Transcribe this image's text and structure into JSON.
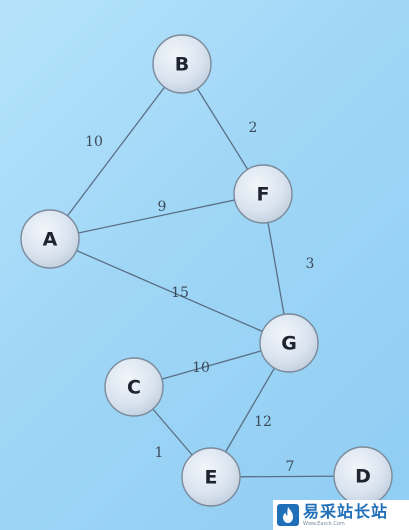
{
  "graph": {
    "nodes": [
      {
        "id": "B",
        "label": "B"
      },
      {
        "id": "F",
        "label": "F"
      },
      {
        "id": "A",
        "label": "A"
      },
      {
        "id": "G",
        "label": "G"
      },
      {
        "id": "C",
        "label": "C"
      },
      {
        "id": "E",
        "label": "E"
      },
      {
        "id": "D",
        "label": "D"
      }
    ],
    "edges": [
      {
        "from": "A",
        "to": "B",
        "weight": "10"
      },
      {
        "from": "B",
        "to": "F",
        "weight": "2"
      },
      {
        "from": "A",
        "to": "F",
        "weight": "9"
      },
      {
        "from": "F",
        "to": "G",
        "weight": "3"
      },
      {
        "from": "A",
        "to": "G",
        "weight": "15"
      },
      {
        "from": "C",
        "to": "G",
        "weight": "10"
      },
      {
        "from": "C",
        "to": "E",
        "weight": "1"
      },
      {
        "from": "G",
        "to": "E",
        "weight": "12"
      },
      {
        "from": "E",
        "to": "D",
        "weight": "7"
      }
    ],
    "colors": {
      "background": "#9fd6f6",
      "node_fill": "#d9e3ef",
      "edge": "#5a6f86",
      "watermark_brand": "#1e6fb8"
    }
  },
  "watermark": {
    "logo_icon": "flame-logo-icon",
    "title": "易采站长站",
    "url": "Www.Easck.Com"
  }
}
